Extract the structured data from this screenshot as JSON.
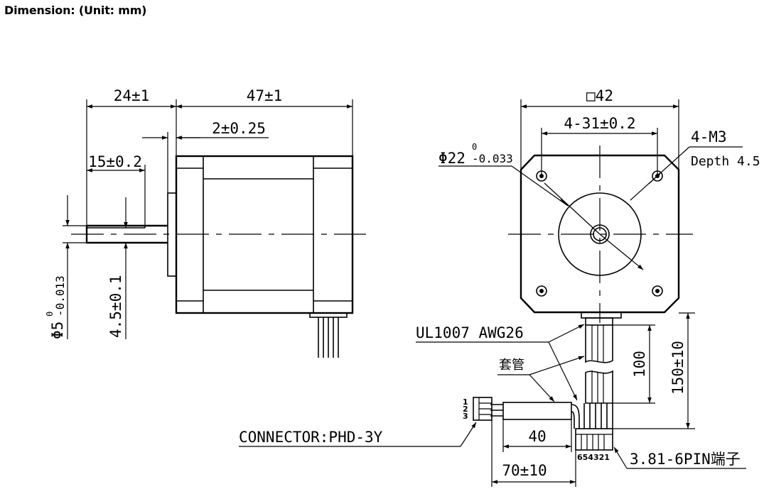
{
  "title": "Dimension: (Unit: mm)",
  "side_view": {
    "dim_shaft_length": "24±1",
    "dim_body_length": "47±1",
    "dim_boss_height": "2±0.25",
    "dim_flat_length": "15±0.2",
    "dim_shaft_dia_base": "Φ5",
    "dim_shaft_dia_upper": "0",
    "dim_shaft_dia_lower": "-0.013",
    "dim_flat_depth": "4.5±0.1"
  },
  "front_view": {
    "dim_square": "□42",
    "dim_hole_spacing": "4-31±0.2",
    "dim_boss_dia_base": "Φ22",
    "dim_boss_dia_upper": "0",
    "dim_boss_dia_lower": "-0.033",
    "thread_label": "4-M3",
    "thread_depth": "Depth 4.5"
  },
  "wiring": {
    "wire_spec": "UL1007 AWG26",
    "sleeve_label": "套管",
    "dim_lead_100": "100",
    "dim_lead_150": "150±10",
    "dim_40": "40",
    "dim_70": "70±10",
    "connector_label": "CONNECTOR:PHD-3Y",
    "terminal_label": "3.81-6PIN端子",
    "connector_pins": [
      "1",
      "2",
      "3"
    ],
    "terminal_pins": "654321"
  }
}
